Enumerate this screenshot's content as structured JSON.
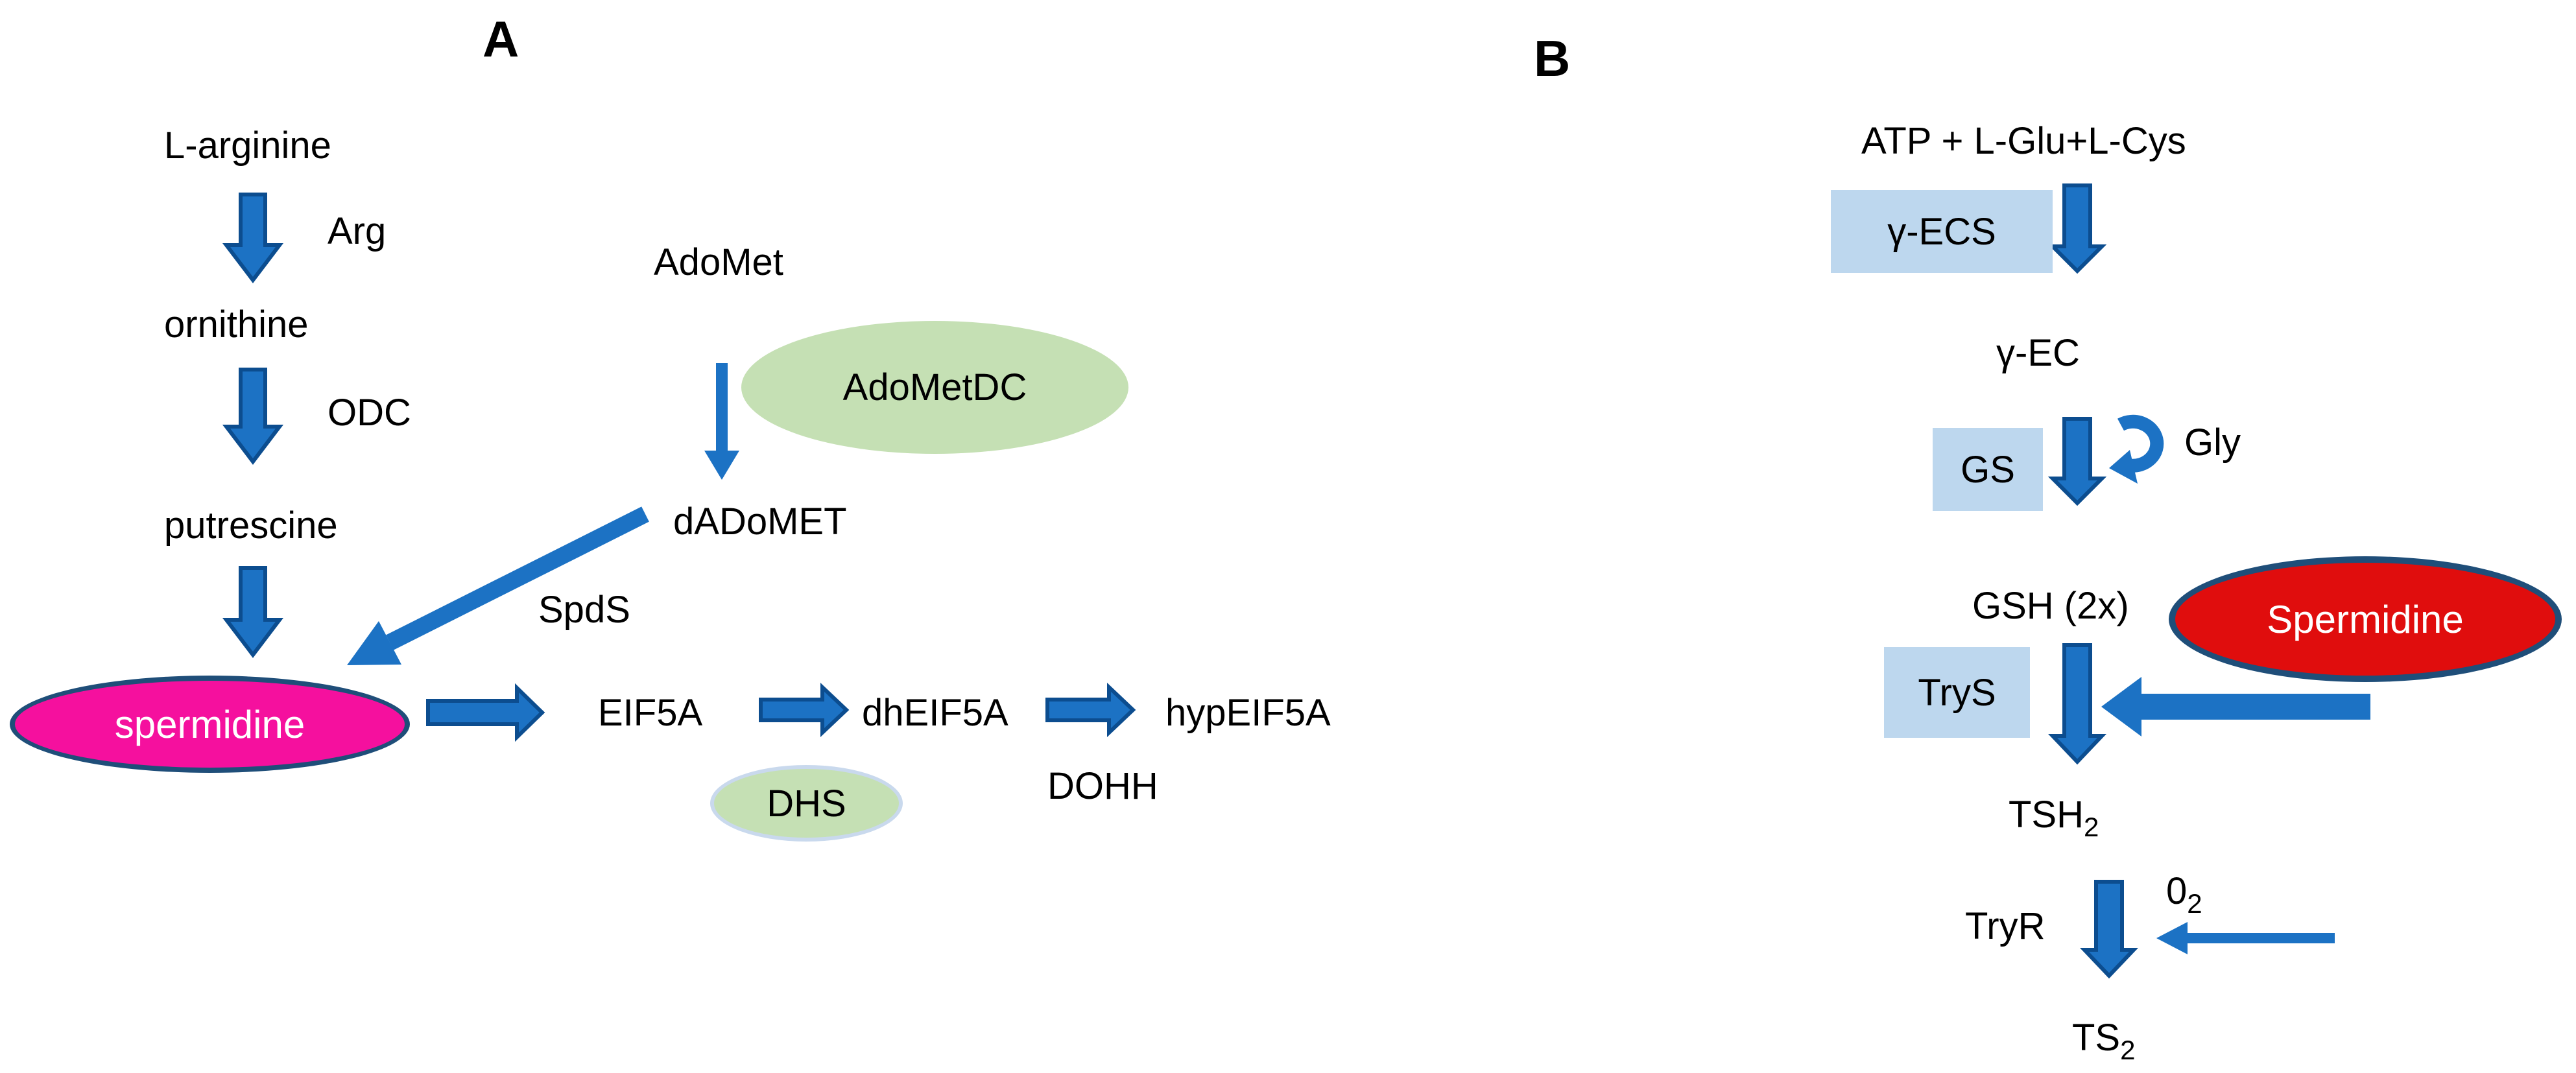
{
  "panel_a": {
    "label": "A",
    "nodes": {
      "l_arginine": "L-arginine",
      "ornithine": "ornithine",
      "putrescine": "putrescine",
      "spermidine": "spermidine",
      "adomet": "AdoMet",
      "dadomet": "dADoMET",
      "eif5a": "EIF5A",
      "dheif5a": "dhEIF5A",
      "hypeif5a": "hypEIF5A"
    },
    "enzymes": {
      "arg": "Arg",
      "odc": "ODC",
      "adometdc": "AdoMetDC",
      "spds": "SpdS",
      "dhs": "DHS",
      "dohh": "DOHH"
    }
  },
  "panel_b": {
    "label": "B",
    "nodes": {
      "substrates": "ATP + L-Glu+L-Cys",
      "gamma_ec": "γ-EC",
      "gly": "Gly",
      "gsh": "GSH (2x)",
      "spermidine": "Spermidine",
      "tsh2_base": "TSH",
      "tsh2_sub": "2",
      "o2_base": "0",
      "o2_sub": "2",
      "ts2_base": "TS",
      "ts2_sub": "2"
    },
    "enzymes": {
      "gamma_ecs": "γ-ECS",
      "gs": "GS",
      "trys": "TryS",
      "tryr": "TryR"
    }
  },
  "icons": {
    "down_block_arrow": "thick blue downward block arrow",
    "right_block_arrow": "thick blue rightward block arrow",
    "left_block_arrow": "thick blue leftward block arrow",
    "thin_down_arrow": "thin blue downward arrow",
    "thin_left_arrow": "thin blue leftward arrow",
    "diagonal_arrow": "blue diagonal arrow pointing down-left",
    "cycle_arrow": "blue circular recycle arrow"
  },
  "colors": {
    "accent_blue": "#1C72C4",
    "arrow_border": "#0C4D8F",
    "box_blue": "#BDD7EE",
    "green": "#C5E0B4",
    "dhs_ring": "#C9D9ED",
    "magenta": "#F5109E",
    "red": "#E00D0D",
    "navy": "#1F4E79",
    "ink": "#000000",
    "bg": "#FFFFFF"
  }
}
